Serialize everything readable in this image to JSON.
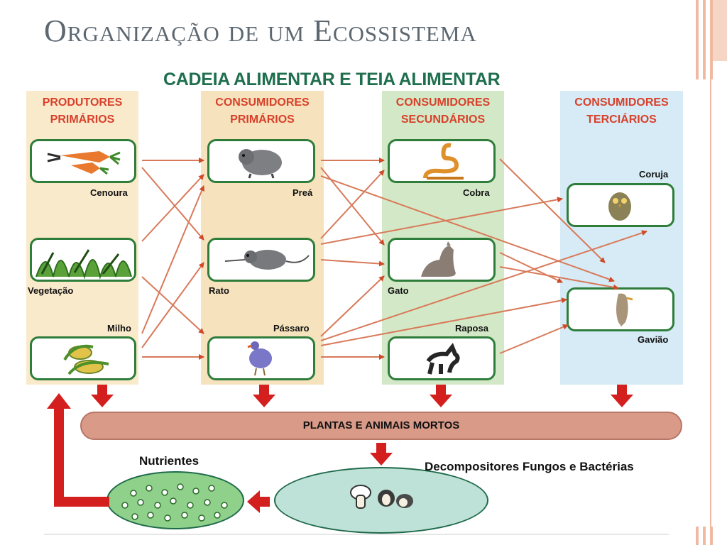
{
  "slide": {
    "title": "Organização de um Ecossistema"
  },
  "diagram": {
    "title": "CADEIA ALIMENTAR E TEIA ALIMENTAR",
    "columns": [
      {
        "heading_line1": "PRODUTORES",
        "heading_line2": "PRIMÁRIOS",
        "background": "#faeacc"
      },
      {
        "heading_line1": "CONSUMIDORES",
        "heading_line2": "PRIMÁRIOS",
        "background": "#f6e3be"
      },
      {
        "heading_line1": "CONSUMIDORES",
        "heading_line2": "SECUNDÁRIOS",
        "background": "#d3e8c6"
      },
      {
        "heading_line1": "CONSUMIDORES",
        "heading_line2": "TERCIÁRIOS",
        "background": "#d6ebf6"
      }
    ],
    "organisms": {
      "cenoura": "Cenoura",
      "vegetacao": "Vegetação",
      "milho": "Milho",
      "prea": "Preá",
      "rato": "Rato",
      "passaro": "Pássaro",
      "cobra": "Cobra",
      "gato": "Gato",
      "raposa": "Raposa",
      "coruja": "Coruja",
      "gaviao": "Gavião"
    },
    "dead_matter": "PLANTAS E ANIMAIS MORTOS",
    "nutrients": "Nutrientes",
    "decomposers": "Decompositores Fungos e Bactérias"
  },
  "colors": {
    "heading": "#d8402a",
    "title": "#1f6f4e",
    "box_border": "#2e7d3a",
    "web_arrow": "#d87a5a",
    "cycle_arrow": "#d41f1f",
    "nutrient_fill": "#8fd08a",
    "decomposer_fill": "#bfe2d8"
  }
}
